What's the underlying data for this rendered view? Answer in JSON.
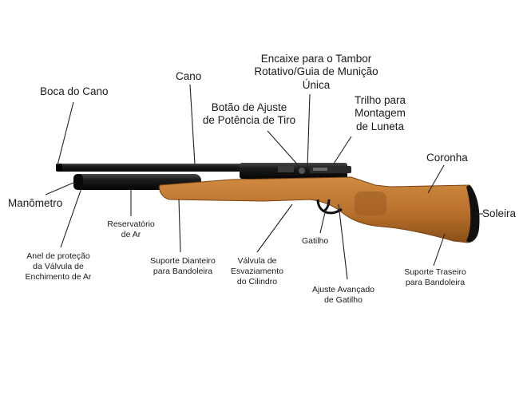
{
  "labels": {
    "boca_do_cano": [
      "Boca do Cano"
    ],
    "cano": [
      "Cano"
    ],
    "encaixe_tambor": [
      "Encaixe para o Tambor",
      "Rotativo/Guia de Munição",
      "Única"
    ],
    "botao_ajuste": [
      "Botão de Ajuste",
      "de Potência de Tiro"
    ],
    "trilho_luneta": [
      "Trilho para",
      "Montagem",
      "de Luneta"
    ],
    "coronha": [
      "Coronha"
    ],
    "manometro": [
      "Manômetro"
    ],
    "soleira": [
      "Soleira"
    ],
    "reservatorio": [
      "Reservatório",
      "de Ar"
    ],
    "anel_protecao": [
      "Anel de proteção",
      "da Válvula de",
      "Enchimento de Ar"
    ],
    "suporte_dianteiro": [
      "Suporte Dianteiro",
      "para Bandoleira"
    ],
    "valvula_esvaziamento": [
      "Válvula de",
      "Esvaziamento",
      "do Cilindro"
    ],
    "gatilho": [
      "Gatilho"
    ],
    "ajuste_gatilho": [
      "Ajuste Avançado",
      "de Gatilho"
    ],
    "suporte_traseiro": [
      "Suporte Traseiro",
      "para Bandoleira"
    ]
  },
  "colors": {
    "wood": "#b8702c",
    "wood_dark": "#8a4e18",
    "metal": "#1c1c1c",
    "leader": "#222222",
    "text": "#1a1a1a"
  }
}
